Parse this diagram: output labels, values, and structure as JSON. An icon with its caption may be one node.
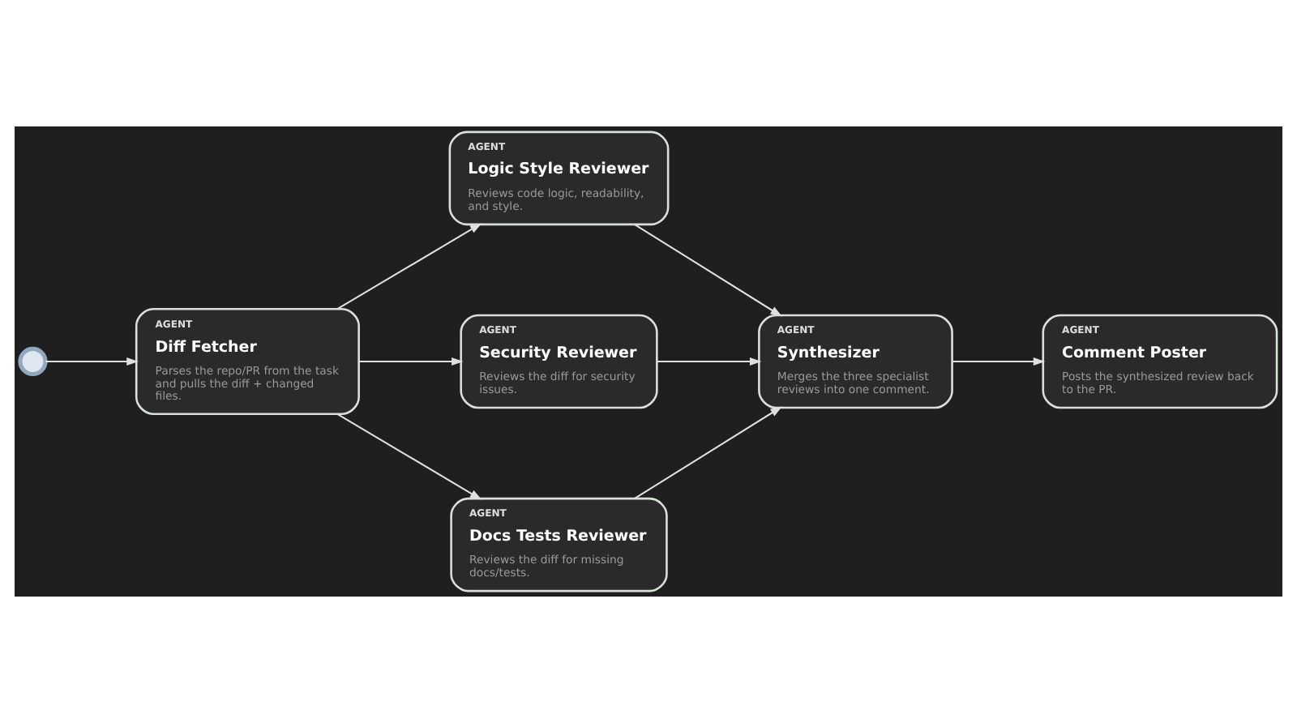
{
  "diagram": {
    "nodes": [
      {
        "text": [],
        "shape": "circle"
      },
      {
        "text": [
          "AGENT",
          "Diff Fetcher",
          "Parses the repo/PR from the task and pulls the diff + changed files."
        ]
      },
      {
        "text": [
          "AGENT",
          "Logic Style Reviewer",
          "Reviews code logic, readability, and style."
        ]
      },
      {
        "text": [
          "AGENT",
          "Security Reviewer",
          "Reviews the diff for security issues."
        ]
      },
      {
        "text": [
          "AGENT",
          "Docs Tests Reviewer",
          "Reviews the diff for missing docs/tests."
        ]
      },
      {
        "text": [
          "AGENT",
          "Synthesizer",
          "Merges the three specialist reviews into one comment."
        ]
      },
      {
        "text": [
          "AGENT",
          "Comment Poster",
          "Posts the synthesized review back to the PR."
        ]
      }
    ],
    "edges": [
      {
        "from": 0,
        "to": 1,
        "arrow": "to"
      },
      {
        "from": 1,
        "to": 2,
        "arrow": "to"
      },
      {
        "from": 1,
        "to": 3,
        "arrow": "to"
      },
      {
        "from": 1,
        "to": 4,
        "arrow": "to"
      },
      {
        "from": 2,
        "to": 5,
        "arrow": "to"
      },
      {
        "from": 3,
        "to": 5,
        "arrow": "to"
      },
      {
        "from": 4,
        "to": 5,
        "arrow": "to"
      },
      {
        "from": 5,
        "to": 6,
        "arrow": "to"
      }
    ]
  }
}
